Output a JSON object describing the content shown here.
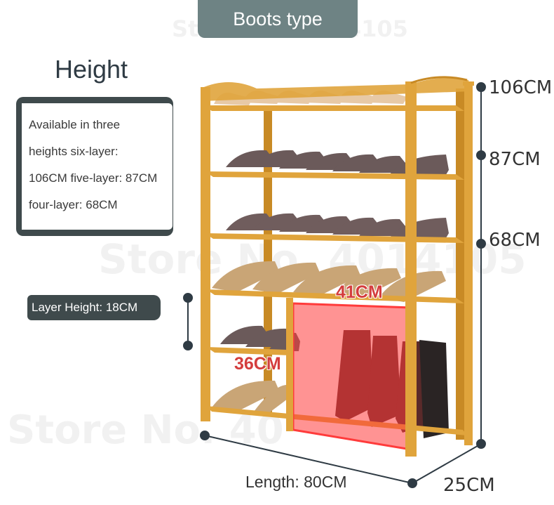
{
  "tab": {
    "label": "Boots type"
  },
  "heading": "Height",
  "info_box": {
    "lines": [
      "Available in three",
      "heights six-layer:",
      "106CM five-layer: 87CM",
      "four-layer: 68CM"
    ]
  },
  "layer_height": "Layer Height: 18CM",
  "dimensions": {
    "height_106": "106CM",
    "height_87": "87CM",
    "height_68": "68CM",
    "width_41": "41CM",
    "height_36": "36CM",
    "length": "Length: 80CM",
    "depth": "25CM"
  },
  "colors": {
    "tab_bg": "#6e8384",
    "box_bg": "#3f4a4c",
    "bamboo": "#e0a43c",
    "bamboo_dark": "#c88a25",
    "highlight_red": "#ff3b3b",
    "label_red": "#d43d3d"
  }
}
